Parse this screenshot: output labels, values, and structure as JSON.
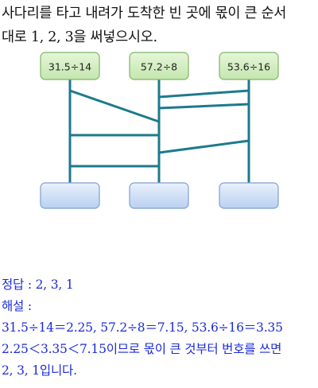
{
  "question": {
    "line1": "사다리를 타고 내려가 도착한 빈 곳에 몫이 큰 순서",
    "line2": "대로 1, 2, 3을 써넣으시오."
  },
  "ladder": {
    "top_labels": [
      "31.5÷14",
      "57.2÷8",
      "53.6÷16"
    ],
    "colors": {
      "top_box_fill": "#d6efc7",
      "top_box_stroke": "#7fb464",
      "line": "#1d7a8c",
      "bottom_box_fill": "#cfe0f6",
      "bottom_box_stroke": "#7f9fcf"
    }
  },
  "answer": {
    "line1": "정답 : 2, 3, 1",
    "line2": "해설 :",
    "line3": "31.5÷14＝2.25, 57.2÷8＝7.15, 53.6÷16＝3.35",
    "line4": "2.25＜3.35＜7.15이므로 몫이 큰 것부터 번호를 쓰면",
    "line5": "2, 3, 1입니다."
  }
}
